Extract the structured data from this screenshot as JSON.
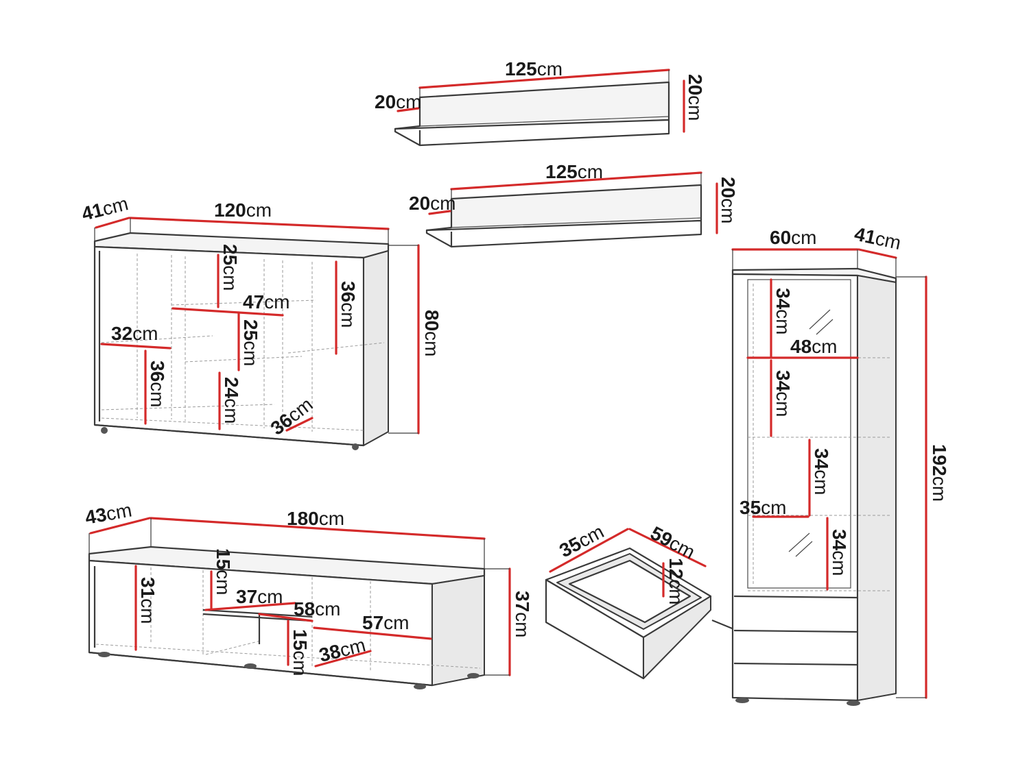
{
  "dimensions": {
    "shelf1": {
      "width": "125",
      "depth": "20",
      "height": "20",
      "unit": "cm"
    },
    "shelf2": {
      "width": "125",
      "depth": "20",
      "height": "20",
      "unit": "cm"
    },
    "sideboard": {
      "depth": "41",
      "width": "120",
      "height": "80",
      "inner_top": "25",
      "inner_mid_width": "47",
      "inner_mid_height": "25",
      "inner_right_top": "36",
      "inner_left_width": "32",
      "inner_left_height": "36",
      "inner_bottom": "24",
      "inner_depth": "36",
      "unit": "cm"
    },
    "tv_stand": {
      "depth": "43",
      "width": "180",
      "height": "37",
      "left_height": "31",
      "mid_top": "15",
      "mid_width": "37",
      "shelf_width": "58",
      "right_width": "57",
      "mid_bottom": "15",
      "inner_depth": "38",
      "unit": "cm"
    },
    "drawer": {
      "depth": "35",
      "width": "59",
      "height": "12",
      "unit": "cm"
    },
    "cabinet": {
      "width": "60",
      "depth": "41",
      "height": "192",
      "comp1": "34",
      "inner_width": "48",
      "comp2": "34",
      "comp3": "34",
      "inner_depth": "35",
      "comp4": "34",
      "unit": "cm"
    }
  }
}
